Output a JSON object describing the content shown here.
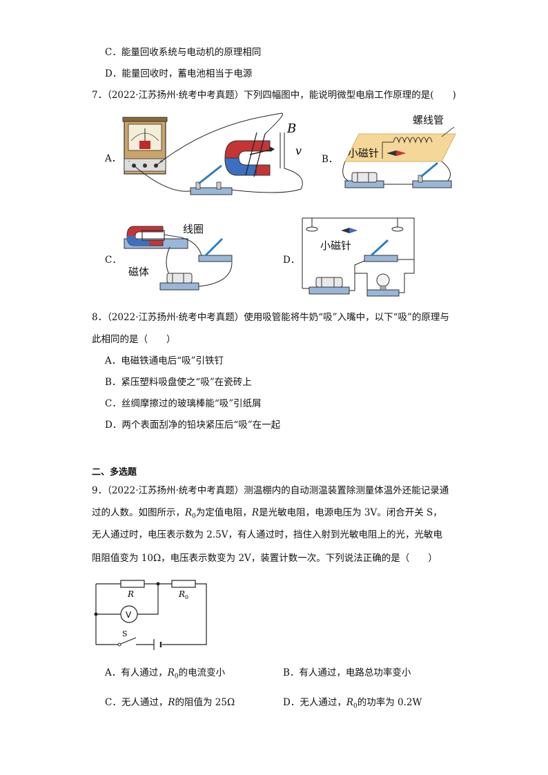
{
  "q6": {
    "optC": "C．能量回收系统与电动机的原理相同",
    "optD": "D．能量回收时，蓄电池相当于电源"
  },
  "q7": {
    "stem": "7．（2022·江苏扬州·统考中考真题）下列四幅图中，能说明微型电扇工作原理的是(　　)",
    "labelA": "A．",
    "labelB": "B．",
    "labelC": "C．",
    "labelD": "D．",
    "figB_solenoid": "螺线管",
    "figB_needle": "小磁针",
    "figC_coil": "线圈",
    "figC_magnet": "磁体",
    "figD_needle": "小磁针",
    "figA_B": "B",
    "figA_v": "v"
  },
  "q8": {
    "stem1": "8．（2022·江苏扬州·统考中考真题）使用吸管能将牛奶“吸”入嘴中，以下“吸”的原理与",
    "stem2": "此相同的是（　　）",
    "optA": "A．电磁铁通电后“吸”引铁钉",
    "optB": "B．紧压塑料吸盘使之“吸”在瓷砖上",
    "optC": "C．丝绸摩擦过的玻璃棒能“吸”引纸屑",
    "optD": "D．两个表面刮净的铅块紧压后“吸”在一起"
  },
  "section2": {
    "title": "二、多选题"
  },
  "q9": {
    "stem1": "9．（2022·江苏扬州·统考中考真题）测温棚内的自动测温装置除测量体温外还能记录通",
    "stem2a": "过的人数。如图所示，",
    "stem2b": "为定值电阻，",
    "stem2c": "是光敏电阻，电源电压为 3V。闭合开关 S，",
    "stem3": "无人通过时，电压表示数为 2.5V，有人通过时，挡住入射到光敏电阻上的光，光敏电",
    "stem4": "阻阻值变为 10Ω，电压表示数变为 2V，装置计数一次。下列说法正确的是（　　）",
    "R": "R",
    "R0": "R",
    "R0sub": "0",
    "V": "V",
    "S": "S",
    "optA1": "A．有人通过，",
    "optA2": "的电流变小",
    "optB": "B．有人通过，电路总功率变小",
    "optC1": "C．无人通过，",
    "optC2": "的阻值为 25Ω",
    "optD1": "D．无人通过，",
    "optD2": "的功率为 0.2W"
  }
}
